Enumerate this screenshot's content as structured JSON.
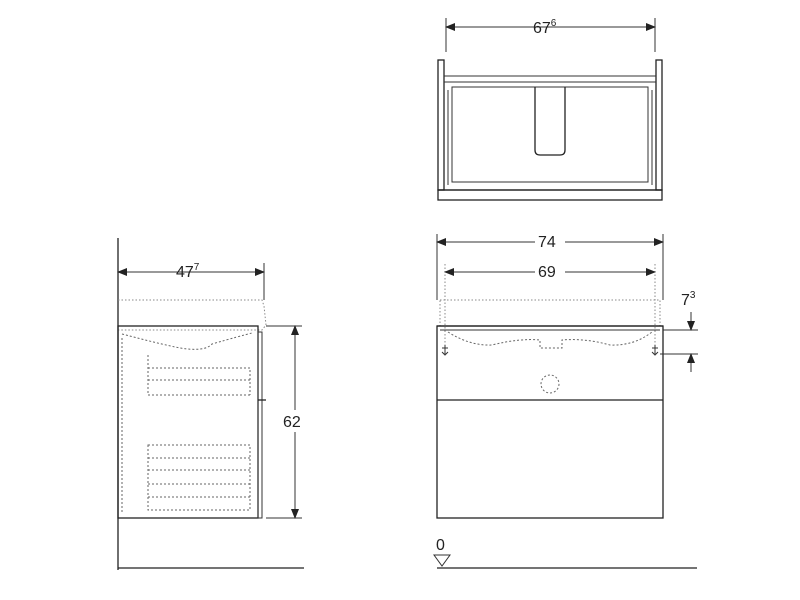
{
  "dimensions": {
    "top_width": {
      "main": "67",
      "sup": "6"
    },
    "side_depth": {
      "main": "47",
      "sup": "7"
    },
    "side_height": {
      "main": "62"
    },
    "front_outer": {
      "main": "74"
    },
    "front_inner": {
      "main": "69"
    },
    "front_offset": {
      "main": "7",
      "sup": "3"
    },
    "floor_level": {
      "main": "0"
    }
  }
}
